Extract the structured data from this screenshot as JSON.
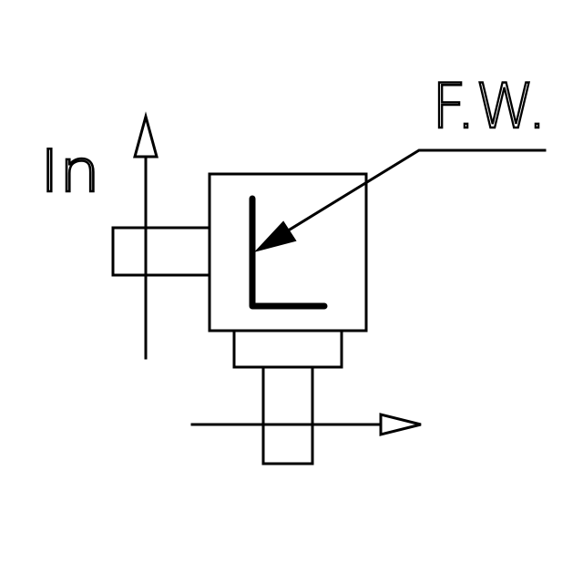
{
  "labels": {
    "input": "In",
    "output_reference": "F.W."
  },
  "symbol": {
    "inner_glyph": "L"
  },
  "colors": {
    "line": "#000000",
    "background": "#ffffff"
  }
}
